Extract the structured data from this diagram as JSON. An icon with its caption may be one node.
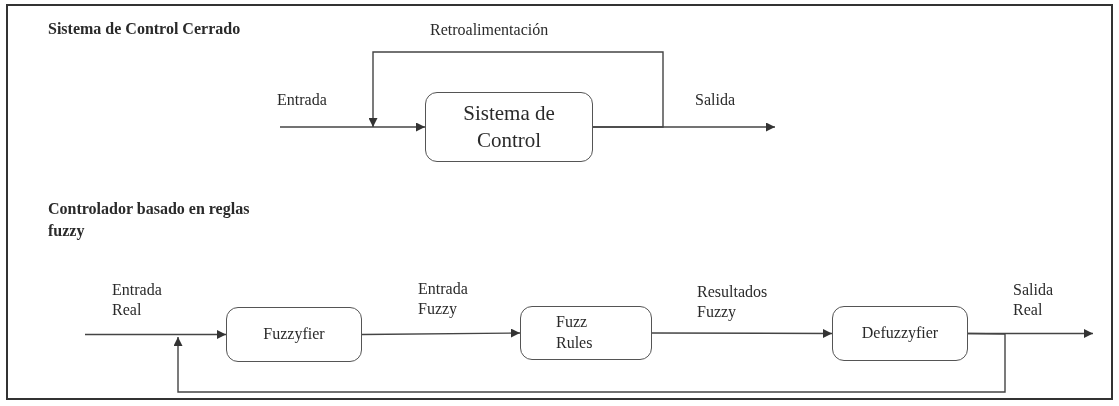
{
  "diagram": {
    "nodes": [
      {
        "text": [
          "Sistema de Control"
        ]
      },
      {
        "text": [
          "Fuzzyfier"
        ]
      },
      {
        "text": [
          "Fuzz Rules"
        ]
      },
      {
        "text": [
          "Defuzzyfier"
        ]
      }
    ],
    "edges": [
      {
        "from": null,
        "to": 0,
        "arrow": "to",
        "label": "Entrada"
      },
      {
        "from": 0,
        "to": null,
        "arrow": "to",
        "label": "Retroalimentación"
      },
      {
        "from": 0,
        "to": null,
        "arrow": "to",
        "label": "Salida"
      },
      {
        "from": null,
        "to": 1,
        "arrow": "to",
        "label": "Entrada Real"
      },
      {
        "from": 1,
        "to": 2,
        "arrow": "to",
        "label": "Entrada Fuzzy"
      },
      {
        "from": 2,
        "to": 3,
        "arrow": "to",
        "label": "Resultados Fuzzy"
      },
      {
        "from": 3,
        "to": null,
        "arrow": "to",
        "label": "Salida Real"
      },
      {
        "from": 3,
        "to": null,
        "arrow": "to"
      }
    ],
    "labels": [
      "Sistema de Control Cerrado",
      "Controlador basado en reglas fuzzy"
    ]
  }
}
